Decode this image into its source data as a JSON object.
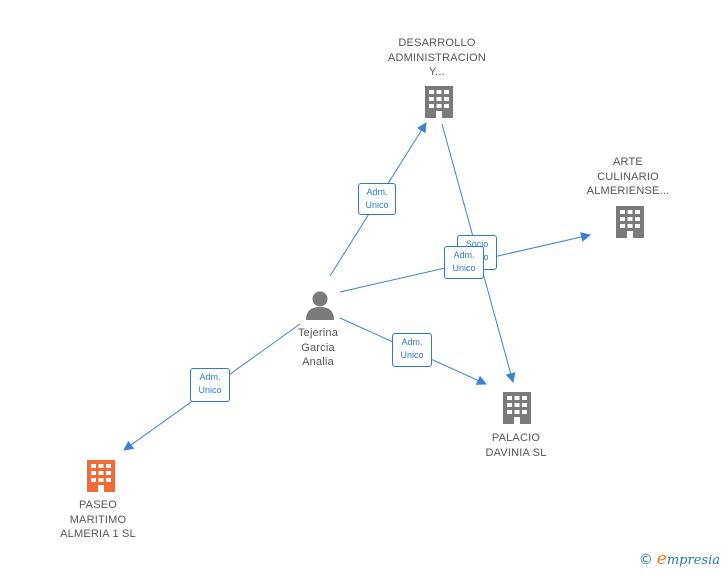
{
  "colors": {
    "edge": "#3b82d6",
    "company": "#7a7a7a",
    "focus_company": "#f26a35",
    "person": "#7a7a7a",
    "label": "#555555"
  },
  "nodes": {
    "desarrollo": {
      "lines": [
        "DESARROLLO",
        "ADMINISTRACION",
        "Y..."
      ],
      "icon": "building-icon"
    },
    "arte": {
      "lines": [
        "ARTE",
        "CULINARIO",
        "ALMERIENSE..."
      ],
      "icon": "building-icon"
    },
    "person": {
      "lines": [
        "Tejerina",
        "Garcia",
        "Analia"
      ],
      "icon": "person-icon"
    },
    "palacio": {
      "lines": [
        "PALACIO",
        "DAVINIA  SL"
      ],
      "icon": "building-icon"
    },
    "paseo": {
      "lines": [
        "PASEO",
        "MARITIMO",
        "ALMERIA 1  SL"
      ],
      "icon": "building-icon"
    }
  },
  "edges": [
    {
      "id": "e1",
      "label": [
        "Adm.",
        "Unico"
      ]
    },
    {
      "id": "e2",
      "label": [
        "Socio",
        "Único"
      ]
    },
    {
      "id": "e3",
      "label": [
        "Adm.",
        "Unico"
      ]
    },
    {
      "id": "e4",
      "label": [
        "Adm.",
        "Unico"
      ]
    },
    {
      "id": "e5",
      "label": [
        "Adm.",
        "Unico"
      ]
    }
  ],
  "brand": {
    "copyright": "©",
    "first_letter": "e",
    "rest": "mpresia"
  }
}
